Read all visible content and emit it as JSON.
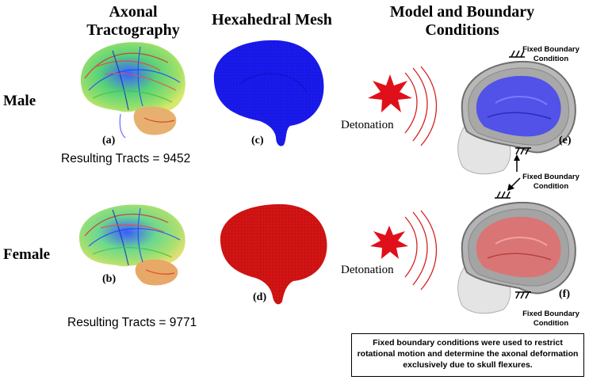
{
  "headers": {
    "tractography": "Axonal\nTractography",
    "mesh": "Hexahedral Mesh",
    "model": "Model and Boundary\nConditions"
  },
  "rows": {
    "male": "Male",
    "female": "Female"
  },
  "panels": {
    "a": "(a)",
    "b": "(b)",
    "c": "(c)",
    "d": "(d)",
    "e": "(e)",
    "f": "(f)"
  },
  "tracts": {
    "male": "Resulting Tracts = 9452",
    "female": "Resulting Tracts = 9771"
  },
  "detonation": {
    "male": "Detonation",
    "female": "Detonation"
  },
  "boundary": {
    "top_male": "Fixed Boundary\nCondition",
    "middle": "Fixed Boundary\nCondition",
    "bottom_female": "Fixed Boundary\nCondition"
  },
  "note": "Fixed boundary conditions were used to restrict rotational motion and determine the axonal deformation exclusively due to skull flexures.",
  "colors": {
    "male_mesh": "#1a1aee",
    "female_mesh": "#d41414",
    "blast_star": "#e0101a",
    "wave": "#d42020"
  }
}
